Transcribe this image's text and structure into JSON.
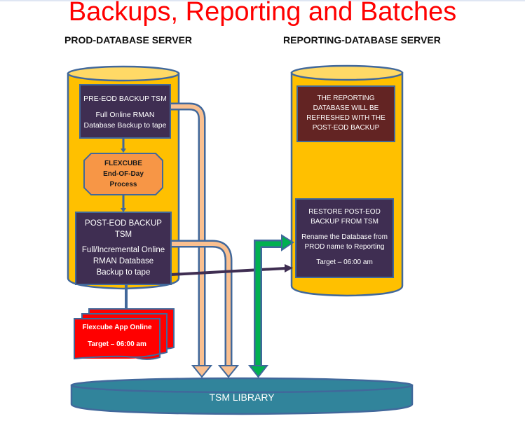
{
  "title": "Backups, Reporting and Batches",
  "servers": {
    "prod": {
      "label": "PROD-DATABASE SERVER"
    },
    "reporting": {
      "label": "REPORTING-DATABASE SERVER"
    }
  },
  "prod_boxes": {
    "pre_eod": {
      "heading": "PRE-EOD BACKUP TSM",
      "line1": "Full Online RMAN",
      "line2": "Database Backup to tape"
    },
    "eod_process": {
      "line1": "FLEXCUBE",
      "line2": "End-OF-Day",
      "line3": "Process"
    },
    "post_eod": {
      "line1": "POST-EOD BACKUP",
      "line2": "TSM",
      "line3": "Full/Incremental Online",
      "line4": "RMAN Database",
      "line5": "Backup to tape"
    },
    "app_online": {
      "line1": "Flexcube App Online",
      "line2": "Target – 06:00 am"
    }
  },
  "reporting_boxes": {
    "refresh_note": {
      "line1": "THE REPORTING",
      "line2": "DATABASE WILL BE",
      "line3": "REFRESHED WITH THE",
      "line4": "POST-EOD BACKUP"
    },
    "restore": {
      "line1": "RESTORE POST-EOD",
      "line2": "BACKUP FROM TSM",
      "line3": "Rename the Database from",
      "line4": "PROD name to Reporting",
      "line5": "Target – 06:00 am"
    }
  },
  "library": {
    "label": "TSM LIBRARY"
  },
  "colors": {
    "title": "#ff0000",
    "cylinder": "#ffc000",
    "cylinder_top": "#ffd966",
    "outline": "#41689b",
    "dark_box": "#3f2e52",
    "maroon_box": "#632423",
    "eod_box": "#f79646",
    "app_online": "#ff0000",
    "pipe": "#fac090",
    "green_pipe": "#00b050",
    "library": "#31849b"
  }
}
